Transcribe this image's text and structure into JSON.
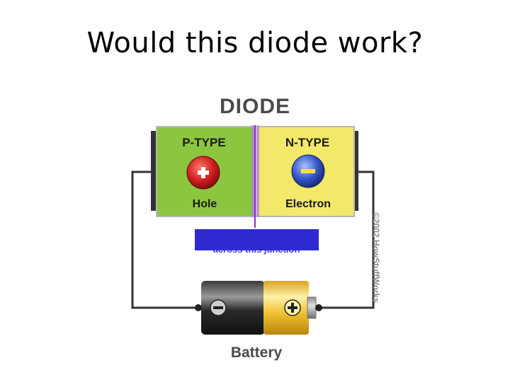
{
  "slide": {
    "title": "Would this diode work?"
  },
  "diagram": {
    "heading": "DIODE",
    "p_type": {
      "label": "P-TYPE",
      "sign": "+",
      "carrier": "Hole",
      "color": "#8cc63f",
      "carrier_color": "#cc1f1f"
    },
    "n_type": {
      "label": "N-TYPE",
      "sign": "−",
      "carrier": "Electron",
      "color": "#f2e86a",
      "carrier_color": "#2f4fb8"
    },
    "junction_color": "#8b2fc9",
    "overlay_color": "#2e2bd0",
    "hidden_text": "across this junction",
    "battery": {
      "label": "Battery",
      "negative_sign": "−",
      "positive_sign": "+",
      "positive_color": "#f1c232"
    },
    "credit": "©2002 HowStuffWorks"
  }
}
